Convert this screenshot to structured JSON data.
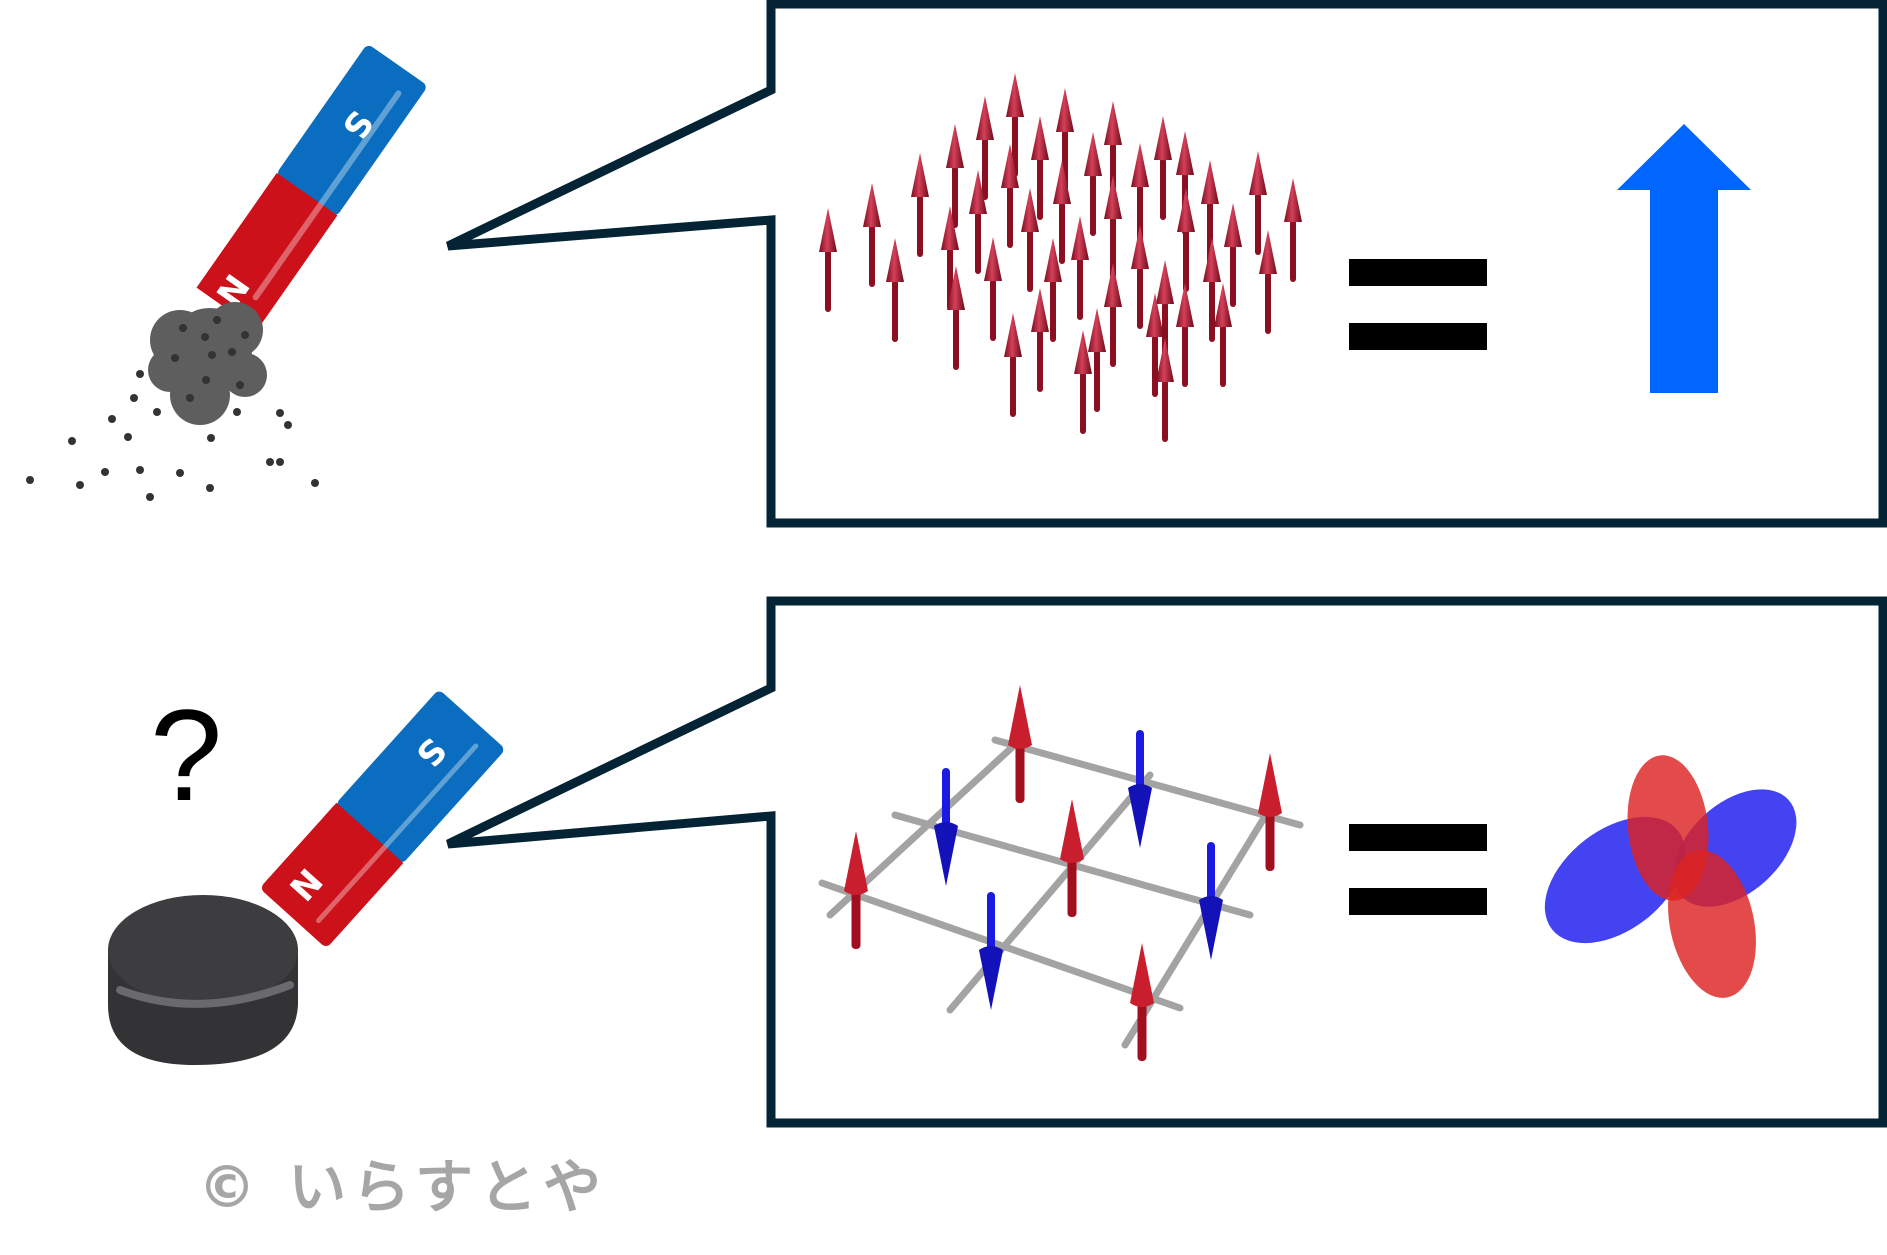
{
  "colors": {
    "border": "#042436",
    "magnet_north": "#cc111a",
    "magnet_south": "#0a6dbf",
    "spin_up": "#b0182e",
    "spin_down": "#1010c8",
    "net_moment_arrow": "#0066ff",
    "equals": "#000000",
    "credit_text": "#a6a6a6",
    "iron_filings": "#5a5a5a",
    "puck": "#3a3a3c"
  },
  "top_row": {
    "magnet": {
      "north_label": "N",
      "south_label": "S"
    },
    "description": "Ferromagnet attracting iron filings",
    "box": {
      "left_visual": "parallel-spin-array",
      "equals": "=",
      "right_visual": "single-large-up-arrow"
    }
  },
  "bottom_row": {
    "magnet": {
      "north_label": "N",
      "south_label": "S"
    },
    "question_mark": "?",
    "description": "Magnet not attracting dark disc (antiferromagnet / multipole order)",
    "box": {
      "left_visual": "antiferromagnetic-square-lattice",
      "equals": "=",
      "right_visual": "quadrupole-orbital-lobes"
    },
    "lattice_spins": [
      {
        "row": 0,
        "col": 0,
        "dir": "up"
      },
      {
        "row": 0,
        "col": 1,
        "dir": "down"
      },
      {
        "row": 0,
        "col": 2,
        "dir": "up"
      },
      {
        "row": 1,
        "col": 0,
        "dir": "down"
      },
      {
        "row": 1,
        "col": 1,
        "dir": "up"
      },
      {
        "row": 1,
        "col": 2,
        "dir": "down"
      },
      {
        "row": 2,
        "col": 0,
        "dir": "up"
      },
      {
        "row": 2,
        "col": 1,
        "dir": "down"
      },
      {
        "row": 2,
        "col": 2,
        "dir": "up"
      }
    ]
  },
  "credit": "© いらすとや"
}
